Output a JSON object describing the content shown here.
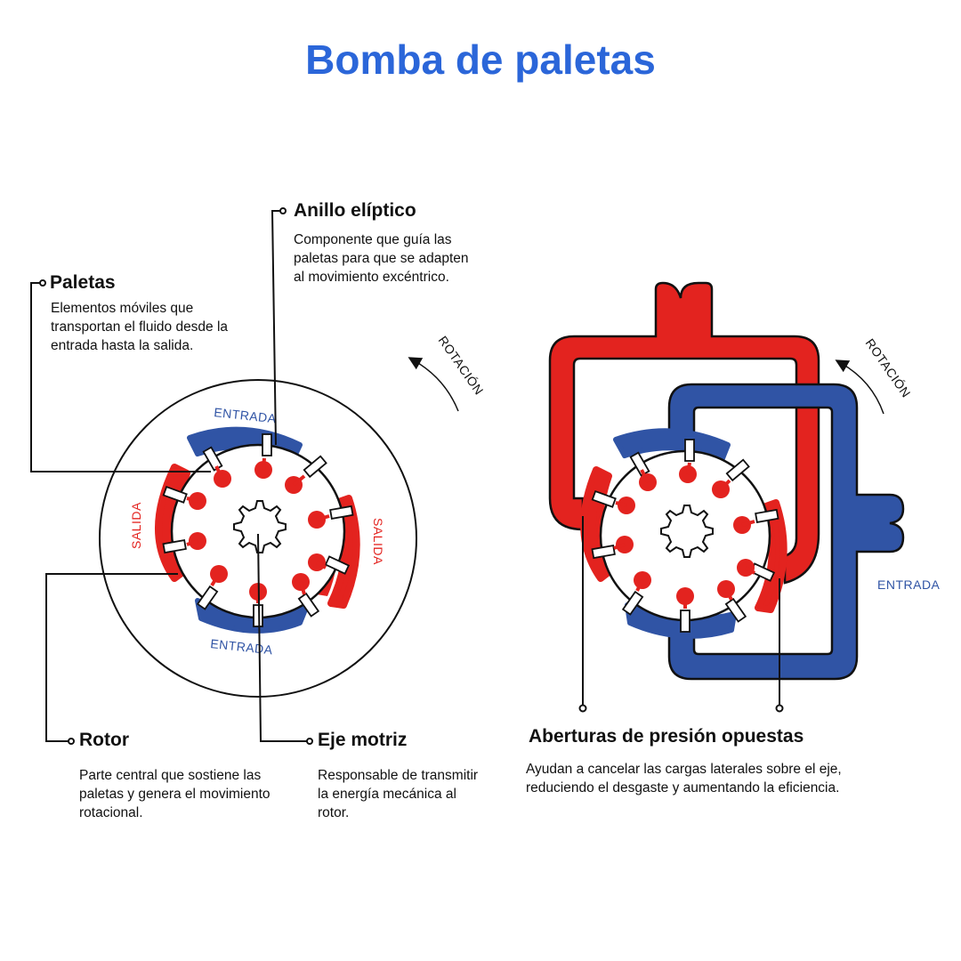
{
  "title": "Bomba de paletas",
  "colors": {
    "red": "#e3231f",
    "blue": "#3054a5",
    "title": "#2b66d9",
    "line": "#111111"
  },
  "callouts": {
    "paletas": {
      "label": "Paletas",
      "text": "Elementos móviles que transportan el fluido desde la entrada hasta la salida."
    },
    "anillo": {
      "label": "Anillo elíptico",
      "text": "Componente que guía las paletas para que se adapten al movimiento excéntrico."
    },
    "rotor": {
      "label": "Rotor",
      "text": "Parte central que sostiene las paletas y genera el movimiento rotacional."
    },
    "eje": {
      "label": "Eje motriz",
      "text": "Responsable de transmitir la energía mecánica al rotor."
    },
    "aberturas": {
      "label": "Aberturas de presión opuestas",
      "text": "Ayudan a cancelar las cargas laterales sobre el eje, reduciendo el desgaste y aumentando la eficiencia."
    }
  },
  "diagram_labels": {
    "rotacion": "ROTACIÓN",
    "entrada": "ENTRADA",
    "salida": "SALIDA"
  },
  "icons": [
    "rotation-arrow-icon",
    "drive-shaft-gear-icon",
    "vane-icon"
  ]
}
